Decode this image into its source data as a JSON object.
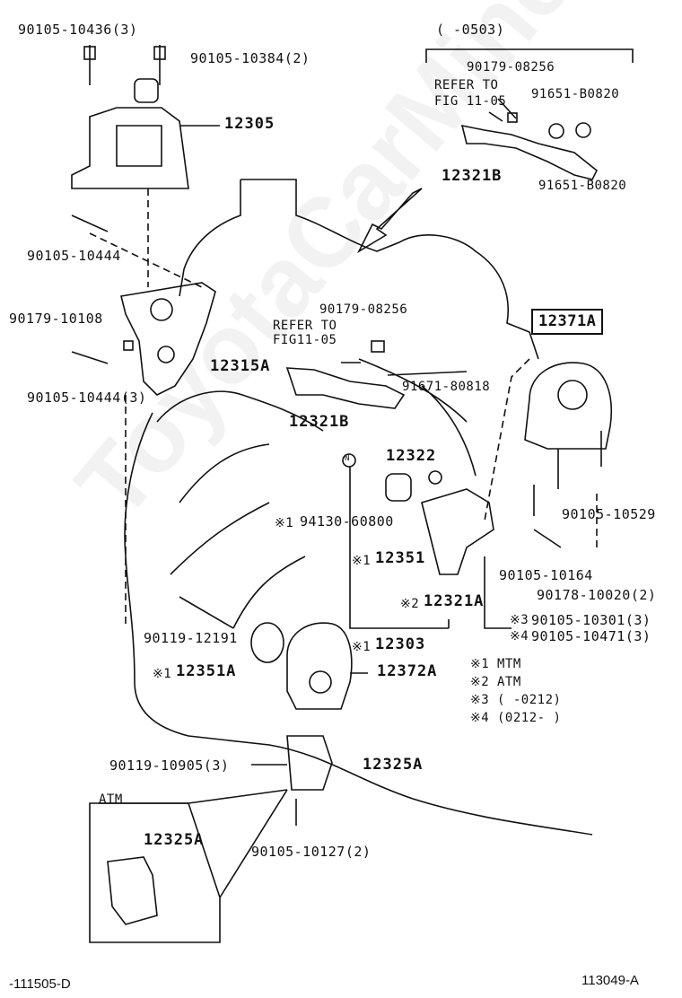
{
  "labels": {
    "range_top": "(    -0503)",
    "p90105_10436": "90105-10436(3)",
    "p90105_10384": "90105-10384(2)",
    "p12305": "12305",
    "p90179_08256_a": "90179-08256",
    "refer_to_a": "REFER TO",
    "fig_a": "FIG 11-05",
    "p91651_b0820_a": "91651-B0820",
    "p12321B_a": "12321B",
    "p91651_b0820_b": "91651-B0820",
    "p90105_10444_a": "90105-10444",
    "p90179_10108": "90179-10108",
    "p12315A": "12315A",
    "p90105_10444_b": "90105-10444(3)",
    "p90179_08256_b": "90179-08256",
    "refer_to_b": "REFER TO",
    "fig_b": "FIG11-05",
    "p91671_80818": "91671-80818",
    "p12321B_b": "12321B",
    "p12371A": "12371A",
    "p12322": "12322",
    "p94130_60800": "94130-60800",
    "p90105_10529": "90105-10529",
    "p12351": "12351",
    "p90105_10164": "90105-10164",
    "p90178_10020": "90178-10020(2)",
    "p12321A": "12321A",
    "p90105_10301": "90105-10301(3)",
    "p90105_10471": "90105-10471(3)",
    "p90119_12191": "90119-12191",
    "p12303": "12303",
    "p12351A": "12351A",
    "p12372A": "12372A",
    "note1": "MTM",
    "note2": "ATM",
    "note3": "(      -0212)",
    "note4": "(0212-      )",
    "p90119_10905": "90119-10905(3)",
    "p12325A_a": "12325A",
    "atm": "ATM",
    "p12325A_b": "12325A",
    "p90105_10127": "90105-10127(2)",
    "circle_n": "N"
  },
  "marks": {
    "m1": "※1",
    "m2": "※2",
    "m3": "※3",
    "m4": "※4"
  },
  "footer": {
    "left": "-111505-D",
    "right": "113049-A"
  },
  "watermark": "ToyotaCarMine.ru"
}
